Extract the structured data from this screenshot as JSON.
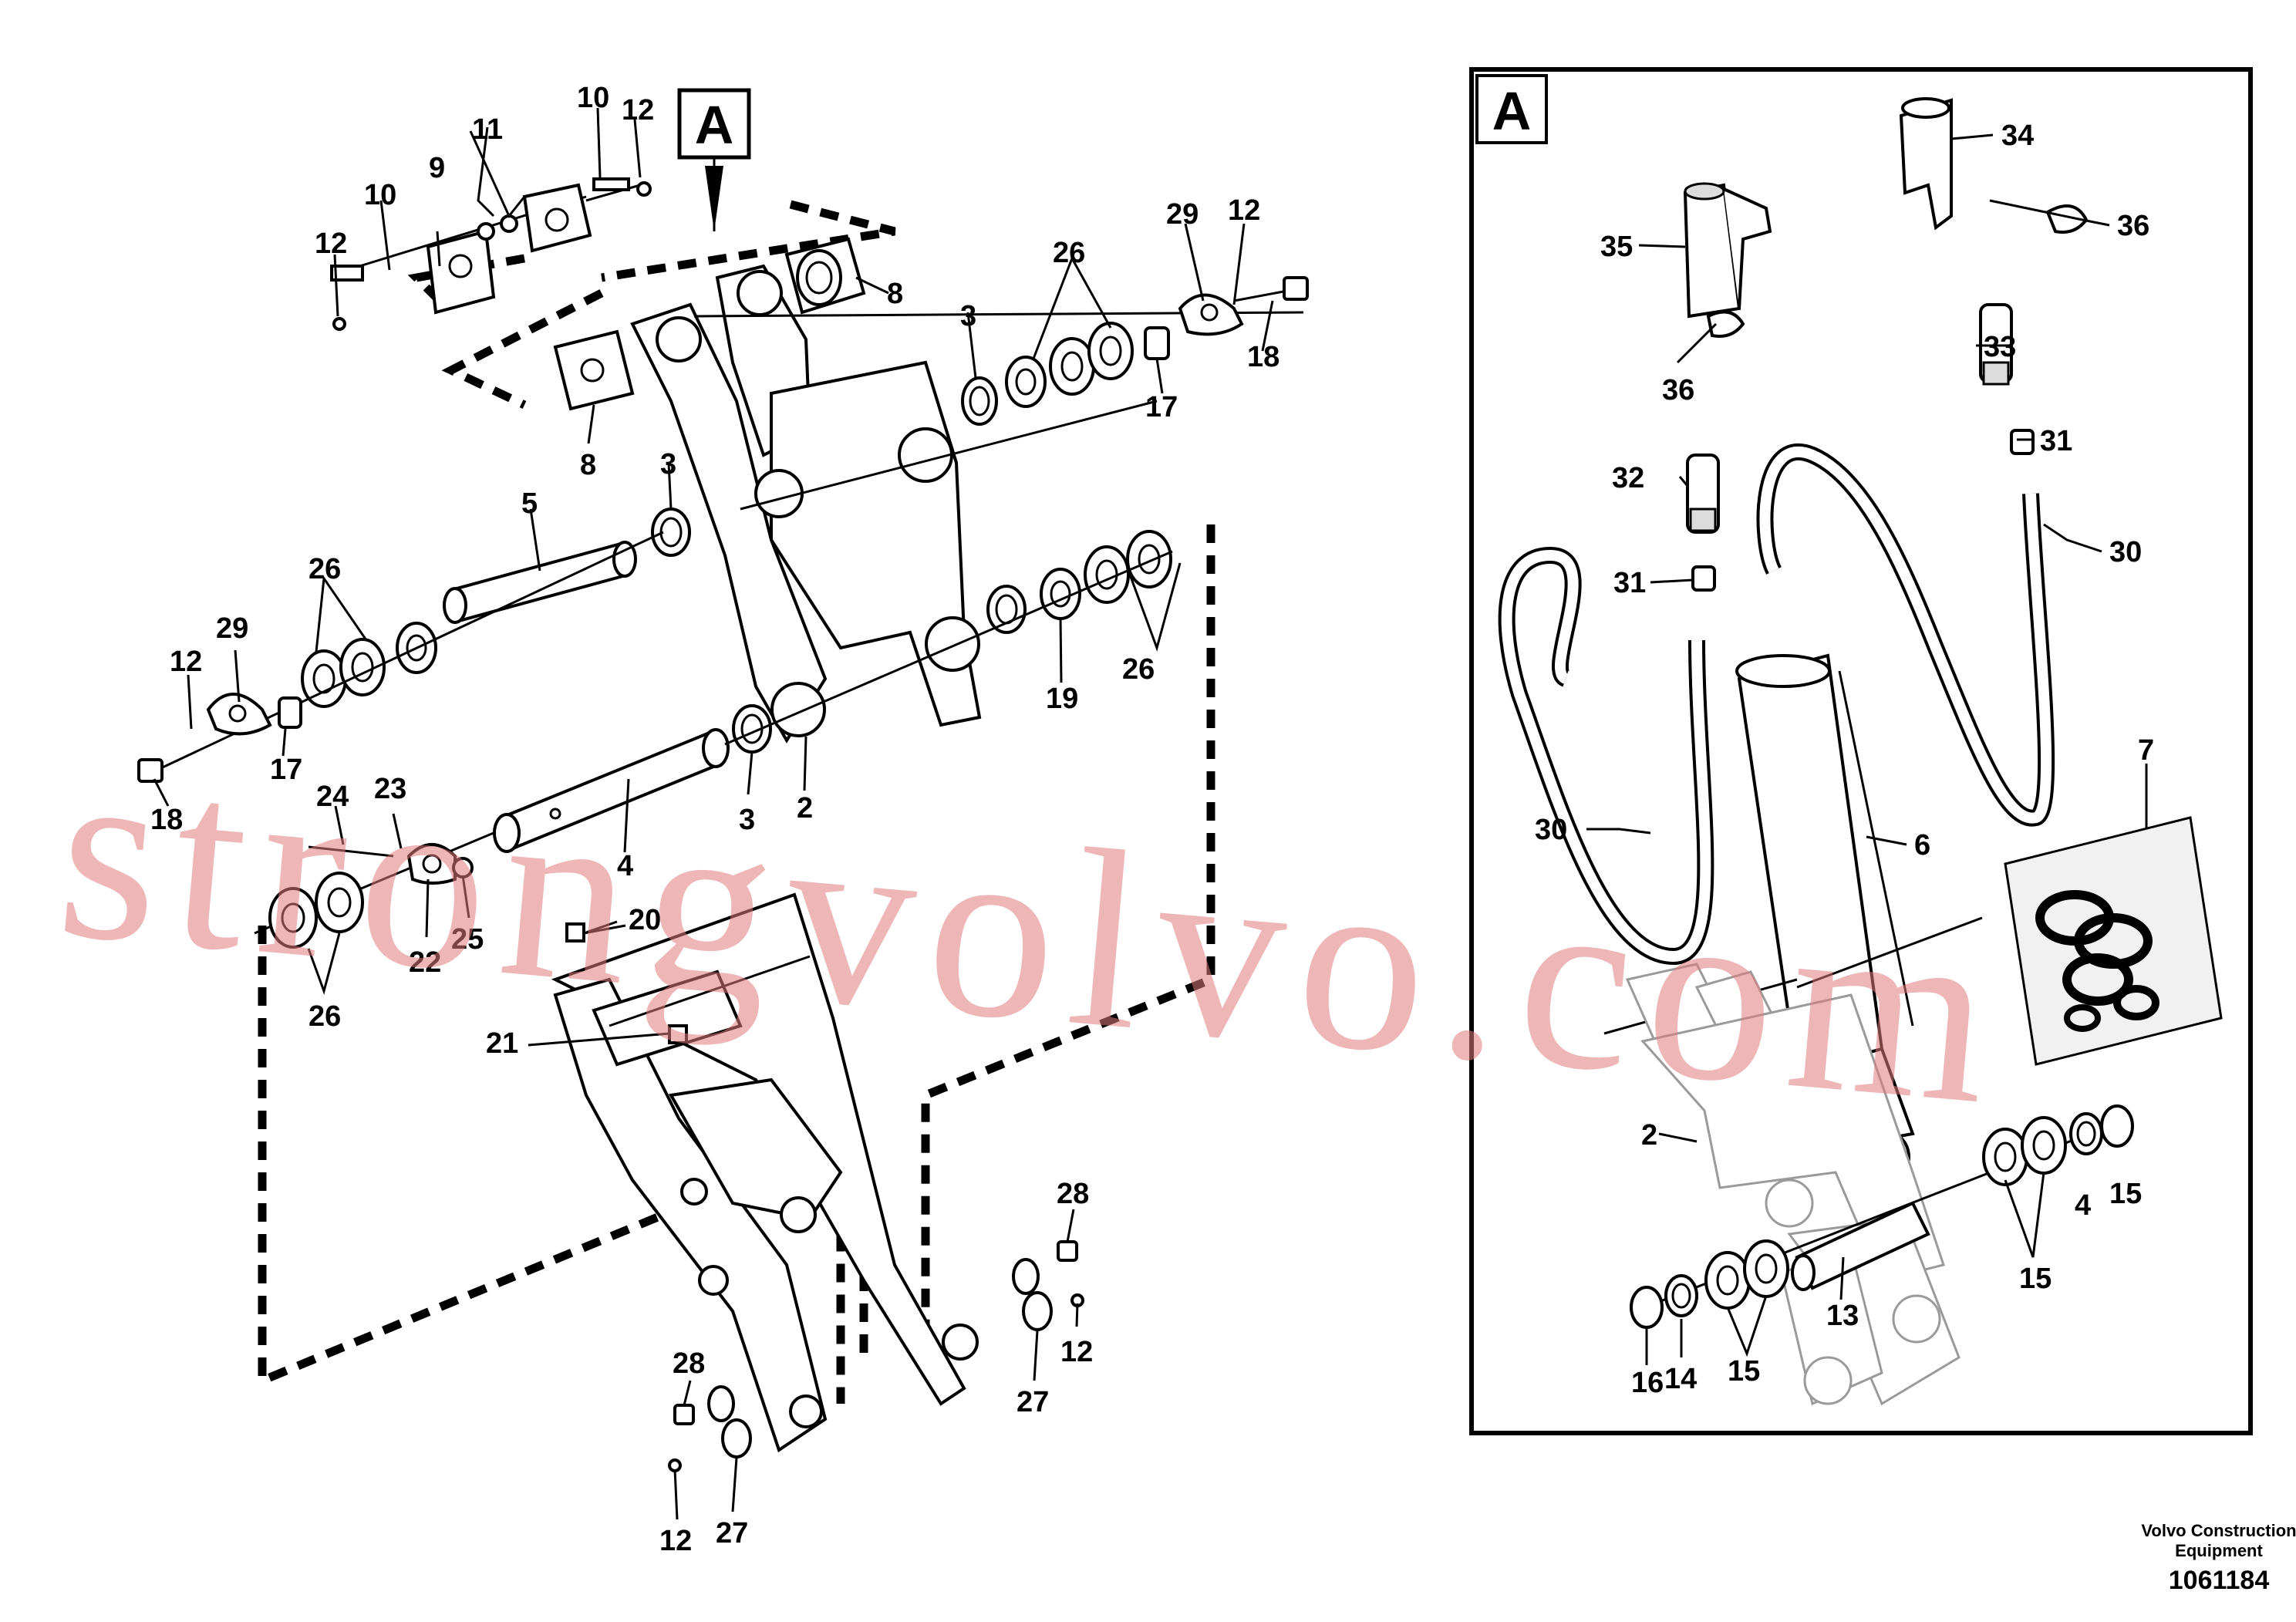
{
  "callout_letter": "A",
  "detail_letter": "A",
  "brand": {
    "line1": "Volvo Construction",
    "line2": "Equipment"
  },
  "drawing_number": "1061184",
  "watermark": "strongvolvo.com",
  "labels": {
    "l2a": "2",
    "l2b": "2",
    "l3a": "3",
    "l3b": "3",
    "l3c": "3",
    "l4a": "4",
    "l4b": "4",
    "l5": "5",
    "l6": "6",
    "l7": "7",
    "l8a": "8",
    "l8b": "8",
    "l9": "9",
    "l10a": "10",
    "l10b": "10",
    "l11": "11",
    "l12a": "12",
    "l12b": "12",
    "l12c": "12",
    "l12d": "12",
    "l12e": "12",
    "l12f": "12",
    "l13": "13",
    "l14a": "14",
    "l15a": "15",
    "l15b": "15",
    "l15c": "15",
    "l16": "16",
    "l17a": "17",
    "l17b": "17",
    "l18a": "18",
    "l18b": "18",
    "l19": "19",
    "l20": "20",
    "l21": "21",
    "l22": "22",
    "l23": "23",
    "l24": "24",
    "l25": "25",
    "l26a": "26",
    "l26b": "26",
    "l26c": "26",
    "l26d": "26",
    "l27a": "27",
    "l27b": "27",
    "l28a": "28",
    "l28b": "28",
    "l29a": "29",
    "l29b": "29",
    "l30a": "30",
    "l30b": "30",
    "l31a": "31",
    "l31b": "31",
    "l32": "32",
    "l33": "33",
    "l34": "34",
    "l35": "35",
    "l36a": "36",
    "l36b": "36"
  }
}
